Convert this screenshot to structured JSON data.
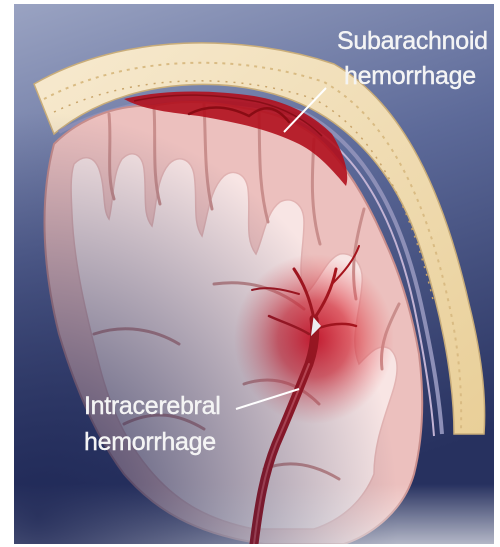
{
  "labels": {
    "subarachnoid": {
      "line1": "Subarachnoid",
      "line2": "hemorrhage"
    },
    "intracerebral": {
      "line1": "Intracerebral",
      "line2": "hemorrhage"
    }
  },
  "colors": {
    "background_top": "#8792b3",
    "background_bottom": "#2b3668",
    "skull": "#f1dfb0",
    "brain_cortex": "#edc3c1",
    "white_matter": "#f7e2e2",
    "blood": "#b3121b",
    "vessel": "#a5141c",
    "label_text": "#f4f4f4"
  },
  "icons": [
    "skull-layer",
    "brain-section",
    "blood-vessel"
  ]
}
